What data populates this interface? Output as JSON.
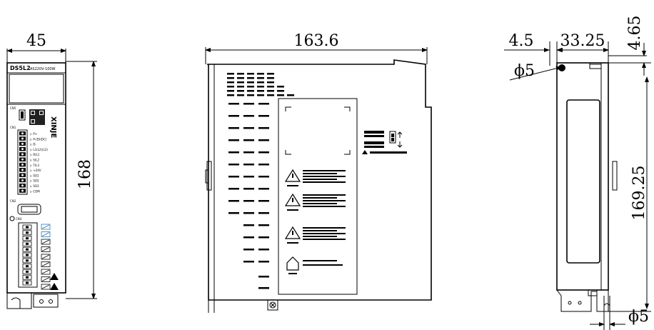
{
  "dimensions": {
    "front_width": "45",
    "front_height": "168",
    "side_width": "163.6",
    "back_left_offset": "4.5",
    "back_width": "33.25",
    "back_top_offset": "4.65",
    "back_height": "169.25",
    "hole_top": "ϕ5",
    "hole_bottom": "ϕ5"
  },
  "front_panel": {
    "model": "DS5L2",
    "submodel": "AS220V-100W",
    "brand": "XINJE",
    "cn1_label": "CN1",
    "cn2_label": "CN2",
    "cn3_label": "CN3",
    "cn5_label": "CN5",
    "terminals": [
      "P+",
      "P-(D)(DC)",
      "D-",
      "L1(L2)(L3)",
      "R/L1",
      "S/L2",
      "T/L3",
      "+24V",
      "SO1",
      "SO2",
      "SO3",
      "COM"
    ]
  },
  "colors": {
    "line": "#000000",
    "accent": "#2a76b5"
  }
}
